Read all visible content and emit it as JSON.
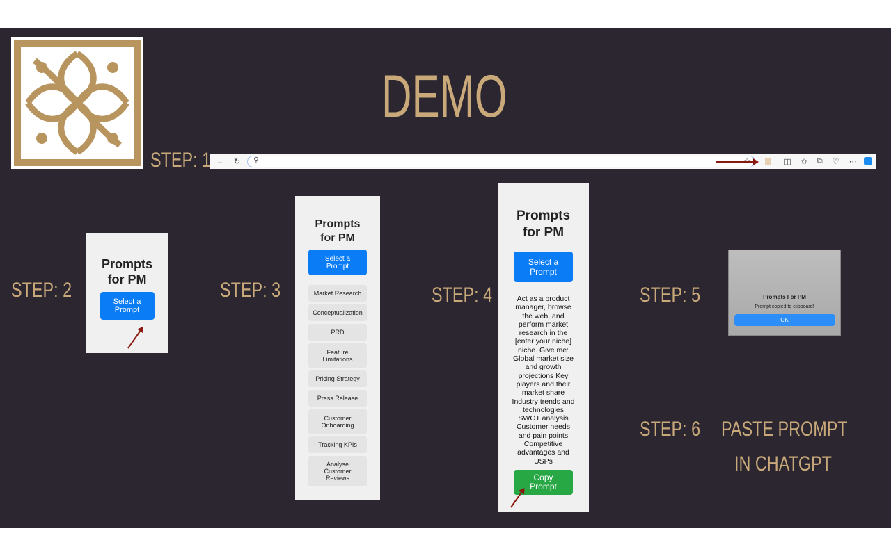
{
  "title": "DEMO",
  "steps": {
    "s1": "STEP: 1",
    "s2": "STEP: 2",
    "s3": "STEP: 3",
    "s4": "STEP: 4",
    "s5": "STEP: 5",
    "s6": "STEP: 6"
  },
  "step6_text": [
    "PASTE PROMPT",
    "IN CHATGPT"
  ],
  "panel": {
    "title1": "Prompts",
    "title2": "for PM",
    "select_line1": "Select a",
    "select_line2": "Prompt"
  },
  "menu": [
    "Market Research",
    "Conceptualization",
    "PRD",
    "Feature Limitations",
    "Pricing Strategy",
    "Press Release",
    "Customer Onboarding",
    "Tracking KPIs",
    "Analyse Customer Reviews"
  ],
  "prompt_text": "Act as a product manager, browse the web, and perform market research in the [enter your niche] niche. Give me: Global market size and growth projections Key players and their market share Industry trends and technologies SWOT analysis Customer needs and pain points Competitive advantages and USPs",
  "copy": {
    "line1": "Copy",
    "line2": "Prompt"
  },
  "dialog": {
    "title": "Prompts For PM",
    "message": "Prompt copied to clipboard!",
    "ok": "OK"
  },
  "colors": {
    "gold": "#c9a97a",
    "bg": "#2b2630",
    "blue": "#0a7cf6",
    "green": "#28a745"
  }
}
